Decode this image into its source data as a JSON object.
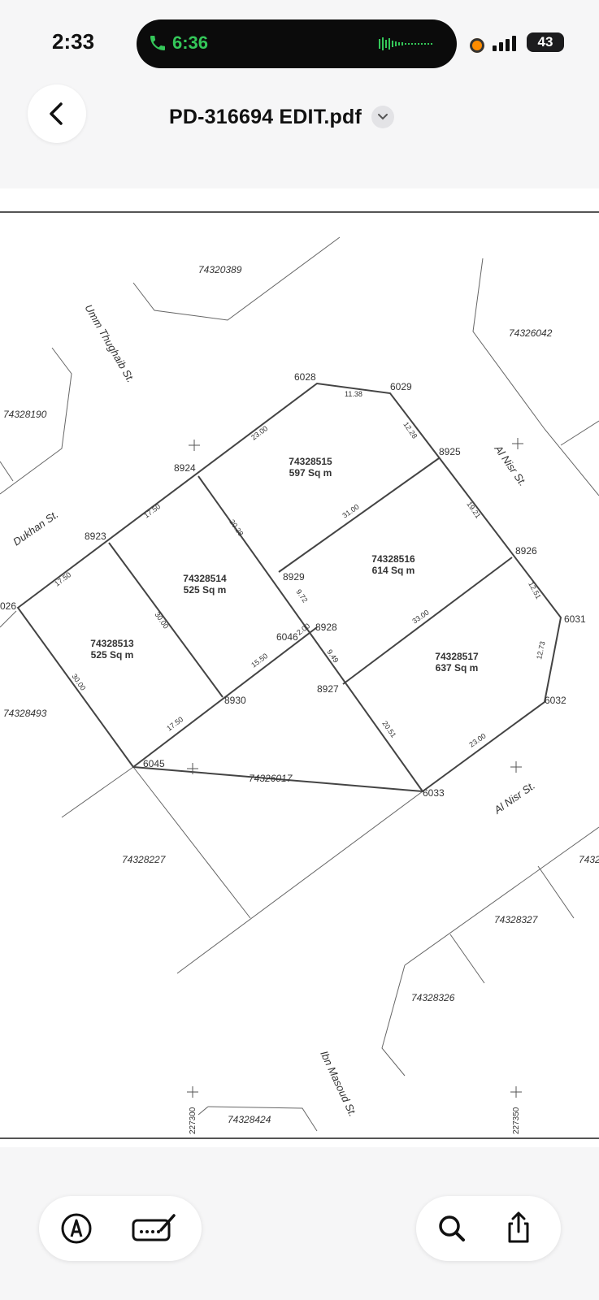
{
  "status_bar": {
    "time": "2:33",
    "call_time": "6:36",
    "battery": "43"
  },
  "nav": {
    "title": "PD-316694 EDIT.pdf"
  },
  "colors": {
    "call_green": "#34c759",
    "recording_dot": "#ff8c00",
    "line": "#555555"
  },
  "plan": {
    "parcels": [
      {
        "id": "74328515",
        "area": "597 Sq m"
      },
      {
        "id": "74328516",
        "area": "614 Sq m"
      },
      {
        "id": "74328514",
        "area": "525 Sq m"
      },
      {
        "id": "74328513",
        "area": "525 Sq m"
      },
      {
        "id": "74328517",
        "area": "637 Sq m"
      }
    ],
    "parcel_ids": [
      "74320389",
      "74326042",
      "74328190",
      "74328493",
      "74326017",
      "74328227",
      "74328327",
      "74328326",
      "74328424",
      "7432"
    ],
    "streets": [
      "Umm Thughaib St.",
      "Dukhan St.",
      "Al Nisr St.",
      "Al Nisr St.",
      "Ibn Masoud St."
    ],
    "points": [
      "6028",
      "6029",
      "8925",
      "8926",
      "6031",
      "6032",
      "6033",
      "8927",
      "8928",
      "6046",
      "8929",
      "8924",
      "8923",
      "026",
      "8930",
      "6045"
    ],
    "dimensions": [
      "11.38",
      "12.28",
      "23.00",
      "17.50",
      "17.50",
      "20.28",
      "31.00",
      "19.21",
      "9.72",
      "30.00",
      "33.00",
      "12.51",
      "12.73",
      "2.00",
      "9.49",
      "15.50",
      "30.00",
      "17.50",
      "20.51",
      "23.00"
    ],
    "grid_labels": [
      "227300",
      "227350"
    ]
  },
  "toolbar": {
    "markup_icon": "markup-pen-icon",
    "sign_icon": "signature-icon",
    "search_icon": "search-icon",
    "share_icon": "share-icon"
  }
}
